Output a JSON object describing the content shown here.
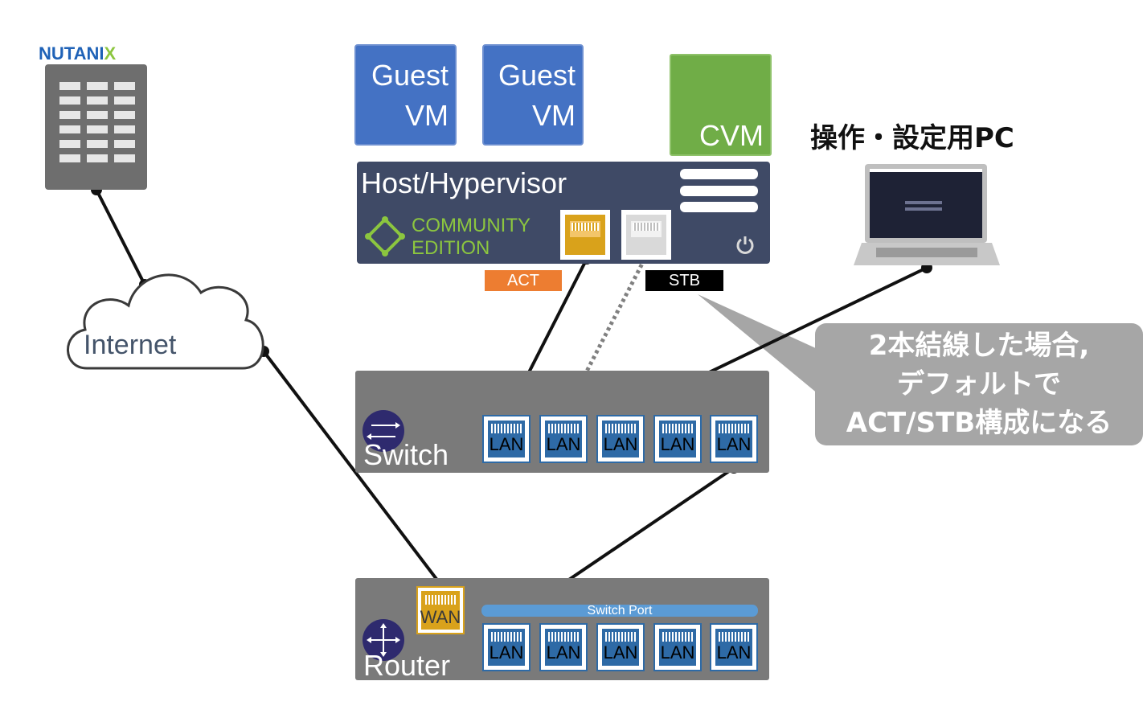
{
  "nutanix_logo": {
    "text": "NUTANI",
    "x_letter": "X"
  },
  "internet": {
    "label": "Internet"
  },
  "vms": [
    {
      "line1": "Guest",
      "line2": "VM"
    },
    {
      "line1": "Guest",
      "line2": "VM"
    }
  ],
  "cvm": {
    "label": "CVM"
  },
  "host": {
    "title": "Host/Hypervisor",
    "edition_line1": "COMMUNITY",
    "edition_line2": "EDITION",
    "act_label": "ACT",
    "stb_label": "STB"
  },
  "pc": {
    "label": "操作・設定用PC"
  },
  "callout": {
    "line1": "2本結線した場合,",
    "line2": "デフォルトで",
    "line3": "ACT/STB構成になる"
  },
  "switch": {
    "label": "Switch",
    "ports": [
      "LAN",
      "LAN",
      "LAN",
      "LAN",
      "LAN"
    ]
  },
  "router": {
    "label": "Router",
    "wan_label": "WAN",
    "switch_port_label": "Switch Port",
    "ports": [
      "LAN",
      "LAN",
      "LAN",
      "LAN",
      "LAN"
    ]
  },
  "colors": {
    "vm": "#4472c4",
    "cvm": "#70ad47",
    "host": "#3f4a66",
    "act": "#ed7d31",
    "stb": "#000000",
    "port_active": "#d9a21b",
    "lan": "#2e6aa6"
  }
}
